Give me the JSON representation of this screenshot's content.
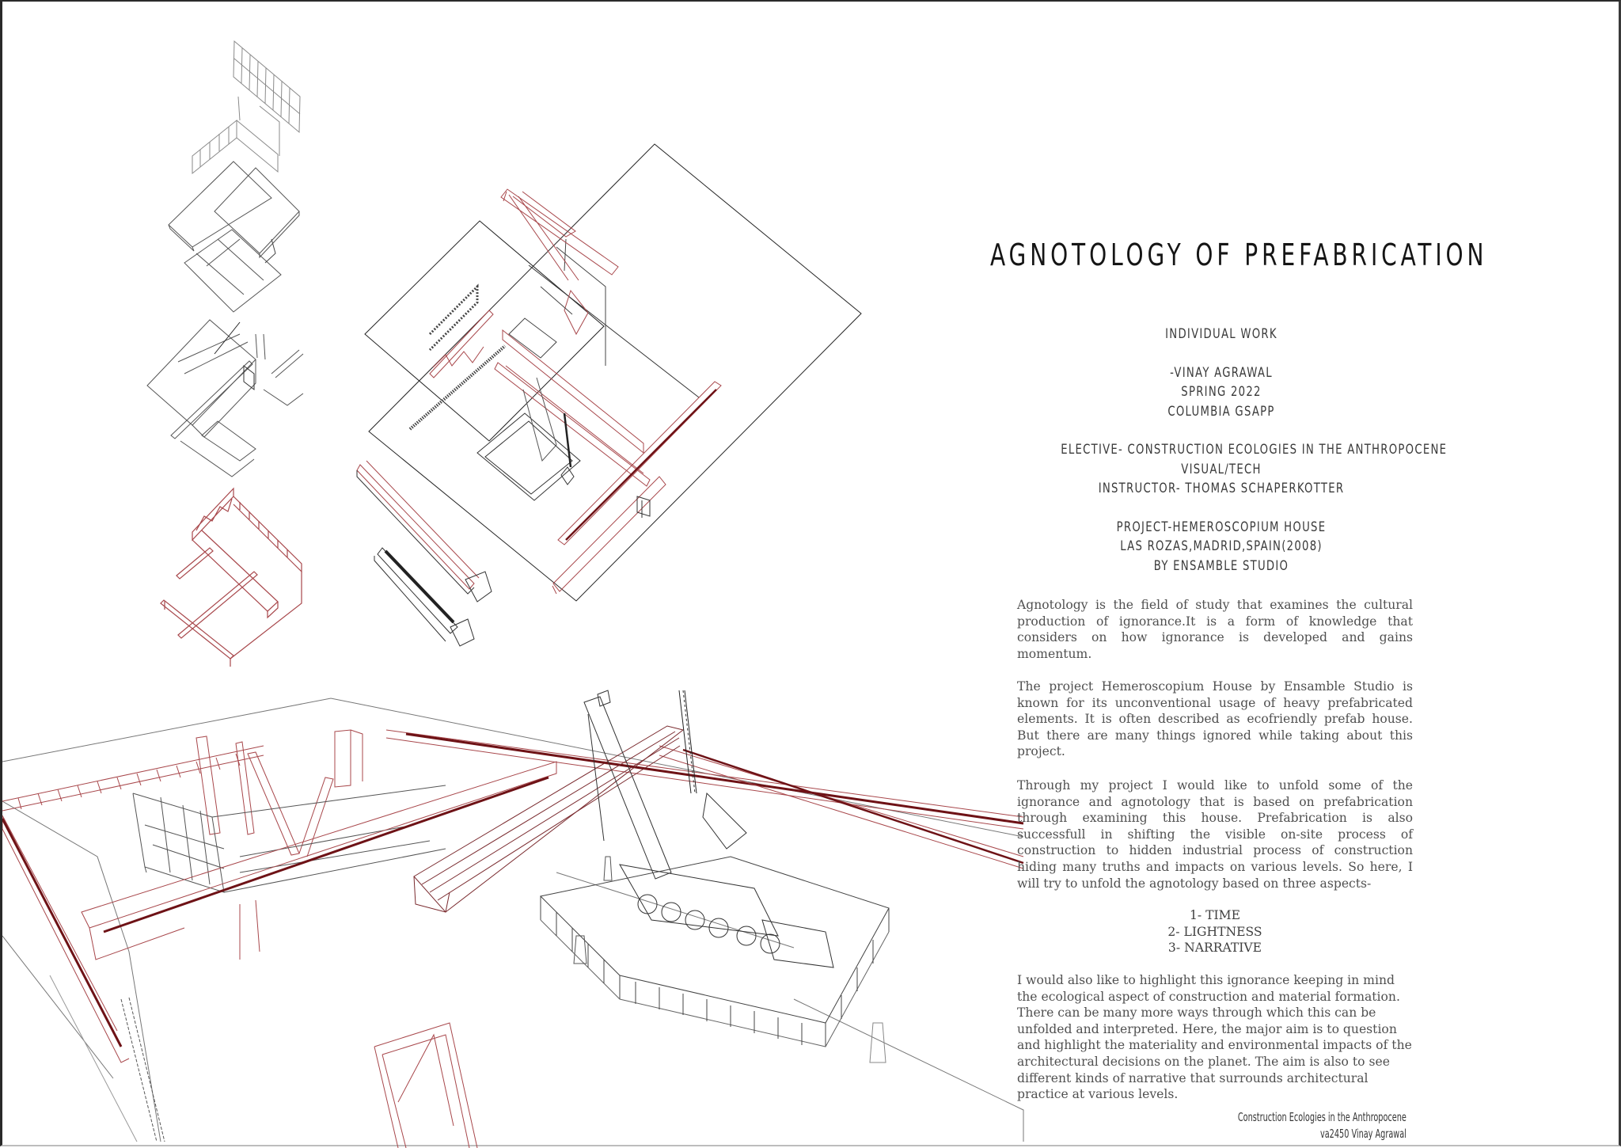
{
  "title": "AGNOTOLOGY OF PREFABRICATION",
  "credits": {
    "work_type": "INDIVIDUAL WORK",
    "author": "-VINAY AGRAWAL",
    "term": "SPRING 2022",
    "school": "COLUMBIA GSAPP",
    "elective": "ELECTIVE- CONSTRUCTION ECOLOGIES IN THE ANTHROPOCENE",
    "category": "VISUAL/TECH",
    "instructor": "INSTRUCTOR- THOMAS SCHAPERKOTTER",
    "project": "PROJECT-HEMEROSCOPIUM HOUSE",
    "location": "LAS ROZAS,MADRID,SPAIN(2008)",
    "architect": "BY ENSAMBLE STUDIO"
  },
  "body": {
    "paragraphs": [
      "Agnotology is the field of study that examines the cultural production of ignorance.It is a form of knowledge that considers on how ignorance is developed and gains momentum.",
      "The project Hemeroscopium House by Ensamble Studio is known for its unconventional  usage of heavy prefabricated elements. It is often described as ecofriendly prefab house. But there are many things ignored while taking about this project.",
      "Through my project I would like to unfold some of the ignorance and agnotology that is based on prefabrication through examining this house. Prefabrication is also successfull in shifting the visible on-site process of construction to hidden industrial process of construction hiding many truths and impacts on various levels. So here, I will try to unfold the agnotology based on three aspects-",
      "I would also like to highlight this ignorance keeping in mind the ecological aspect of construction and material formation. There can be many more ways through which this can be unfolded and interpreted. Here, the major aim is to question and highlight the materiality and environmental impacts of the architectural decisions on the planet. The aim is also to see different kinds of narrative that surrounds architectural practice at various levels."
    ],
    "aspects": [
      "1- TIME",
      "2- LIGHTNESS",
      "3- NARRATIVE"
    ]
  },
  "footer": {
    "course": "Construction Ecologies in the Anthropocene",
    "author_id": "va2450   Vinay Agrawal"
  },
  "drawings": {
    "exploded_axonometric": [
      "facade-grid-layer",
      "roof-slab-layer",
      "interior-structure-layer",
      "red-beam-frame-layer"
    ],
    "site_plan_axonometric": "site-assembly-plan",
    "perspective": "crane-lifting-beam-perspective"
  },
  "colors": {
    "ink": "#2b2b2b",
    "beam_red": "#a8474b",
    "beam_red_dark": "#6e1216",
    "text": "#505050"
  }
}
